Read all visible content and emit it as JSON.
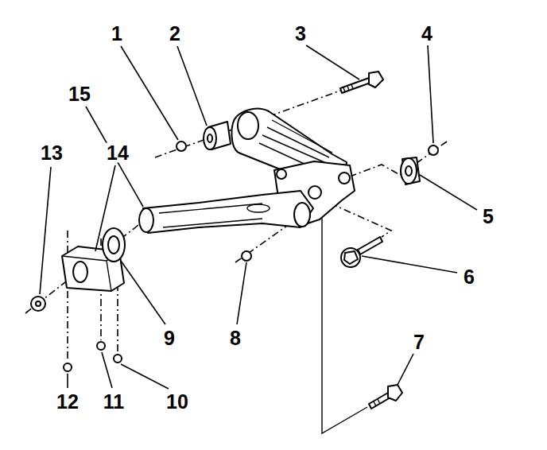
{
  "diagram": {
    "labels": [
      "1",
      "2",
      "3",
      "4",
      "15",
      "13",
      "14",
      "5",
      "6",
      "9",
      "8",
      "7",
      "12",
      "11",
      "10"
    ]
  }
}
